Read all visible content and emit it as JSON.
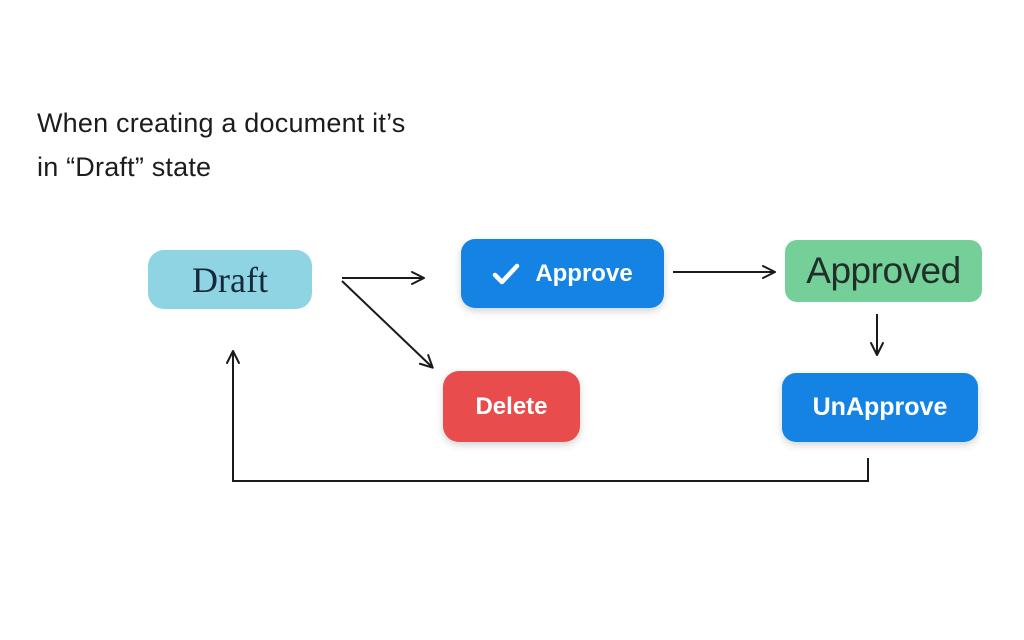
{
  "title": {
    "line1": "When creating a document it’s",
    "line2": "in “Draft” state"
  },
  "nodes": {
    "draft": {
      "label": "Draft"
    },
    "approve": {
      "label": "Approve",
      "icon": "checkmark-icon"
    },
    "approved": {
      "label": "Approved"
    },
    "delete": {
      "label": "Delete"
    },
    "unapprove": {
      "label": "UnApprove"
    }
  },
  "edges": [
    {
      "from": "draft",
      "to": "approve"
    },
    {
      "from": "draft",
      "to": "delete"
    },
    {
      "from": "approve",
      "to": "approved"
    },
    {
      "from": "approved",
      "to": "unapprove"
    },
    {
      "from": "unapprove",
      "to": "draft"
    }
  ],
  "colors": {
    "title_text": "#1c1c1c",
    "arrow": "#1a1a1a",
    "draft_bg": "#8fd4e3",
    "draft_text": "#16293b",
    "primary_blue": "#1583e3",
    "button_text": "#ffffff",
    "approved_bg": "#75cf98",
    "approved_text": "#203029",
    "delete_bg": "#e84c4c"
  }
}
